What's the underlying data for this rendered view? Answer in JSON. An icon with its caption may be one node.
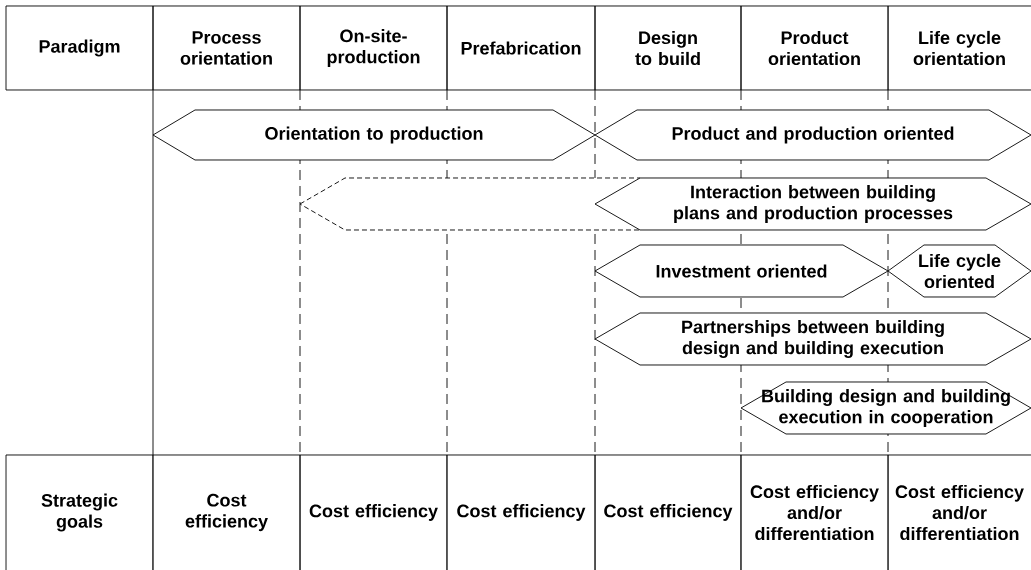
{
  "diagram": {
    "nodes": [
      {
        "text": [
          "Orientation to production"
        ]
      },
      {
        "text": [
          "Product and production oriented"
        ]
      },
      {
        "text": [
          "Interaction between building plans and production processes"
        ]
      },
      {
        "text": [
          "Investment oriented"
        ]
      },
      {
        "text": [
          "Life cycle oriented"
        ]
      },
      {
        "text": [
          "Partnerships between building design and building execution"
        ]
      },
      {
        "text": [
          "Building design and building execution in cooperation"
        ]
      }
    ],
    "labels": [
      "Paradigm",
      "Process orientation",
      "On-site-production",
      "Prefabrication",
      "Design to build",
      "Product orientation",
      "Life cycle orientation",
      "Strategic goals",
      "Cost efficiency",
      "Cost efficiency",
      "Cost efficiency",
      "Cost efficiency",
      "Cost efficiency and/or differentiation",
      "Cost efficiency and/or differentiation"
    ]
  }
}
